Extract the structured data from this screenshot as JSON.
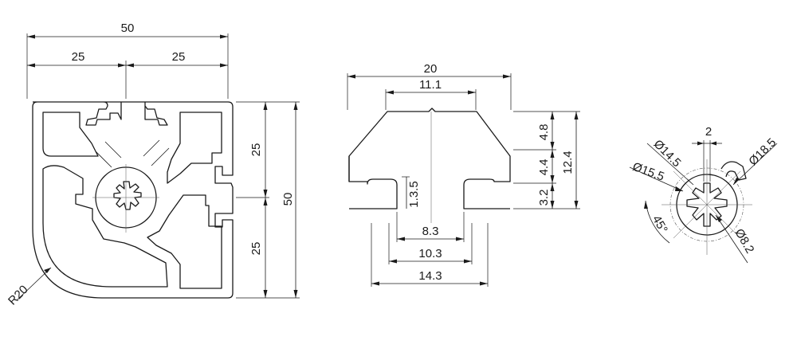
{
  "views": {
    "profile": {
      "dims": {
        "overall_width": "50",
        "half_left": "25",
        "half_right": "25",
        "overall_height": "50",
        "height_top": "25",
        "height_bottom": "25",
        "radius": "R20"
      }
    },
    "slot": {
      "dims": {
        "width": "20",
        "top_width": "11.1",
        "depth_1": "1.3.5",
        "opening": "8.3",
        "inner": "10.3",
        "bottom": "14.3",
        "h_top": "4.8",
        "h_mid": "4.4",
        "h_bot": "3.2",
        "h_total": "12.4"
      }
    },
    "core": {
      "dims": {
        "slot_width": "2",
        "dia_14_5": "Ø14.5",
        "dia_15_5": "Ø15.5",
        "dia_18_5": "Ø18.5",
        "dia_8_2": "Ø8.2",
        "angle": "45°"
      }
    }
  }
}
